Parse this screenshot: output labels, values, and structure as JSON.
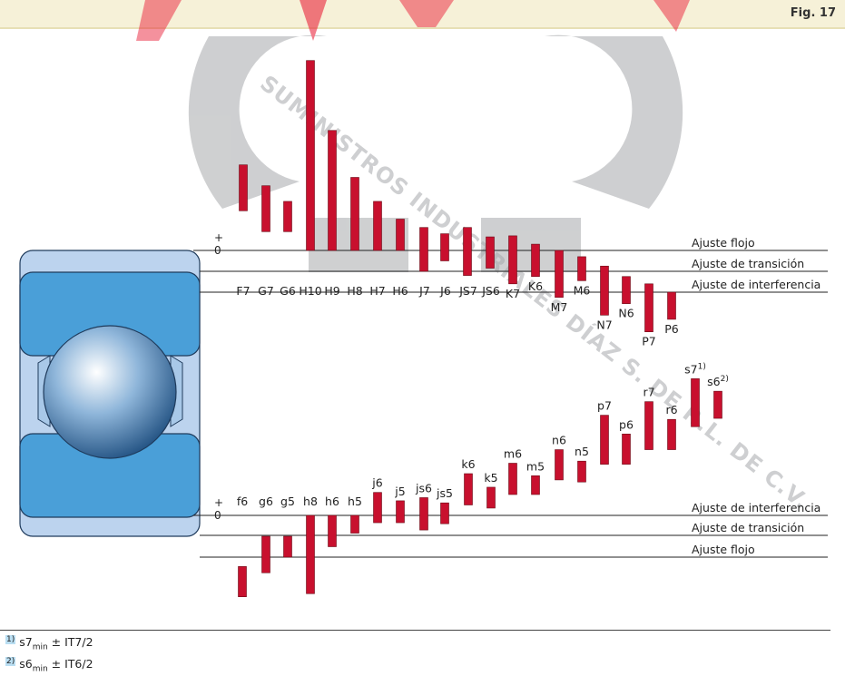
{
  "figure": {
    "label": "Fig. 17"
  },
  "watermark": {
    "text": "SUMINISTROS INDUSTRIALES DÍAZ S. DE R.L. DE C.V."
  },
  "zero_marks": {
    "plus": "+",
    "minus": "−",
    "zero": "0"
  },
  "housing": {
    "zones": [
      "Ajuste flojo",
      "Ajuste de transición",
      "Ajuste de interferencia"
    ],
    "tolerances": [
      {
        "label": "F7",
        "top": 0.082,
        "bottom": 0.038
      },
      {
        "label": "G7",
        "top": 0.062,
        "bottom": 0.018
      },
      {
        "label": "G6",
        "top": 0.047,
        "bottom": 0.018
      },
      {
        "label": "H10",
        "top": 0.182,
        "bottom": 0.0
      },
      {
        "label": "H9",
        "top": 0.115,
        "bottom": 0.0
      },
      {
        "label": "H8",
        "top": 0.07,
        "bottom": 0.0
      },
      {
        "label": "H7",
        "top": 0.047,
        "bottom": 0.0
      },
      {
        "label": "H6",
        "top": 0.03,
        "bottom": 0.0
      },
      {
        "label": "J7",
        "top": 0.022,
        "bottom": -0.02
      },
      {
        "label": "J6",
        "top": 0.016,
        "bottom": -0.01
      },
      {
        "label": "JS7",
        "top": 0.022,
        "bottom": -0.024
      },
      {
        "label": "JS6",
        "top": 0.013,
        "bottom": -0.017
      },
      {
        "label": "K7",
        "top": 0.014,
        "bottom": -0.032
      },
      {
        "label": "K6",
        "top": 0.006,
        "bottom": -0.025
      },
      {
        "label": "M7",
        "top": 0.0,
        "bottom": -0.045
      },
      {
        "label": "M6",
        "top": -0.006,
        "bottom": -0.029
      },
      {
        "label": "N7",
        "top": -0.015,
        "bottom": -0.062
      },
      {
        "label": "N6",
        "top": -0.025,
        "bottom": -0.051
      },
      {
        "label": "P7",
        "top": -0.032,
        "bottom": -0.078
      },
      {
        "label": "P6",
        "top": -0.04,
        "bottom": -0.066
      }
    ]
  },
  "shaft": {
    "zones": [
      "Ajuste de interferencia",
      "Ajuste de transición",
      "Ajuste flojo"
    ],
    "tolerances": [
      {
        "label": "f6",
        "top": -0.049,
        "bottom": -0.078
      },
      {
        "label": "g6",
        "top": -0.02,
        "bottom": -0.055
      },
      {
        "label": "g5",
        "top": -0.02,
        "bottom": -0.04
      },
      {
        "label": "h8",
        "top": 0.0,
        "bottom": -0.075
      },
      {
        "label": "h6",
        "top": 0.0,
        "bottom": -0.03
      },
      {
        "label": "h5",
        "top": 0.0,
        "bottom": -0.017
      },
      {
        "label": "j6",
        "top": 0.022,
        "bottom": -0.007
      },
      {
        "label": "j5",
        "top": 0.014,
        "bottom": -0.007
      },
      {
        "label": "js6",
        "top": 0.017,
        "bottom": -0.014
      },
      {
        "label": "js5",
        "top": 0.012,
        "bottom": -0.008
      },
      {
        "label": "k6",
        "top": 0.04,
        "bottom": 0.01
      },
      {
        "label": "k5",
        "top": 0.027,
        "bottom": 0.007
      },
      {
        "label": "m6",
        "top": 0.05,
        "bottom": 0.02
      },
      {
        "label": "m5",
        "top": 0.038,
        "bottom": 0.02
      },
      {
        "label": "n6",
        "top": 0.063,
        "bottom": 0.034
      },
      {
        "label": "n5",
        "top": 0.052,
        "bottom": 0.032
      },
      {
        "label": "p7",
        "top": 0.096,
        "bottom": 0.049
      },
      {
        "label": "p6",
        "top": 0.078,
        "bottom": 0.049
      },
      {
        "label": "r7",
        "top": 0.109,
        "bottom": 0.063
      },
      {
        "label": "r6",
        "top": 0.092,
        "bottom": 0.063
      },
      {
        "label": "s7",
        "sup": "1)",
        "top": 0.131,
        "bottom": 0.085
      },
      {
        "label": "s6",
        "sup": "2)",
        "top": 0.119,
        "bottom": 0.093
      }
    ]
  },
  "footnotes": [
    {
      "mark": "1)",
      "symbol": "s7",
      "sub": "min",
      "rest": " ± IT7/2"
    },
    {
      "mark": "2)",
      "symbol": "s6",
      "sub": "min",
      "rest": " ± IT6/2"
    }
  ],
  "colors": {
    "bar": "#c8102e",
    "bar_edge": "#6a0a16",
    "bearing_ring": "#4a9fd8",
    "bearing_bg": "#bcd3ee",
    "watermark_red": "#e8132e",
    "watermark_gray": "#a7a9ac"
  }
}
